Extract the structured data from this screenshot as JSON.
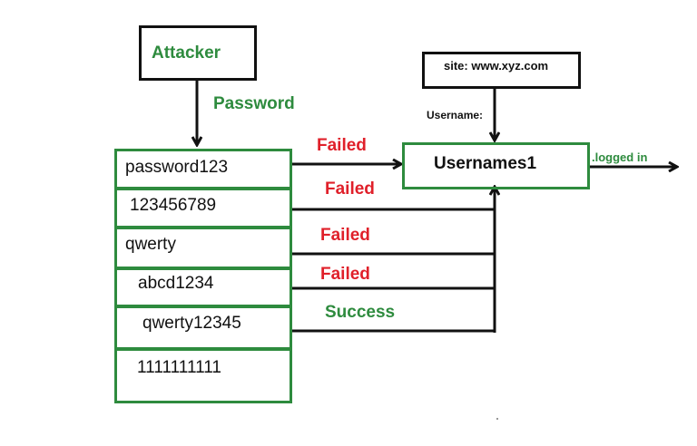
{
  "attacker": {
    "label": "Attacker"
  },
  "password_label": "Password",
  "site": {
    "label": "site: www.xyz.com"
  },
  "username_label": "Username:",
  "target": {
    "label": "Usernames1"
  },
  "logged_in_label": ".logged in",
  "passwords": [
    {
      "value": "password123",
      "result": "Failed"
    },
    {
      "value": "123456789",
      "result": "Failed"
    },
    {
      "value": "qwerty",
      "result": "Failed"
    },
    {
      "value": "abcd1234",
      "result": "Failed"
    },
    {
      "value": "qwerty12345",
      "result": "Success"
    },
    {
      "value": "1111111111",
      "result": ""
    }
  ],
  "colors": {
    "green": "#2e8b3e",
    "red": "#e0202a",
    "black": "#111111"
  }
}
